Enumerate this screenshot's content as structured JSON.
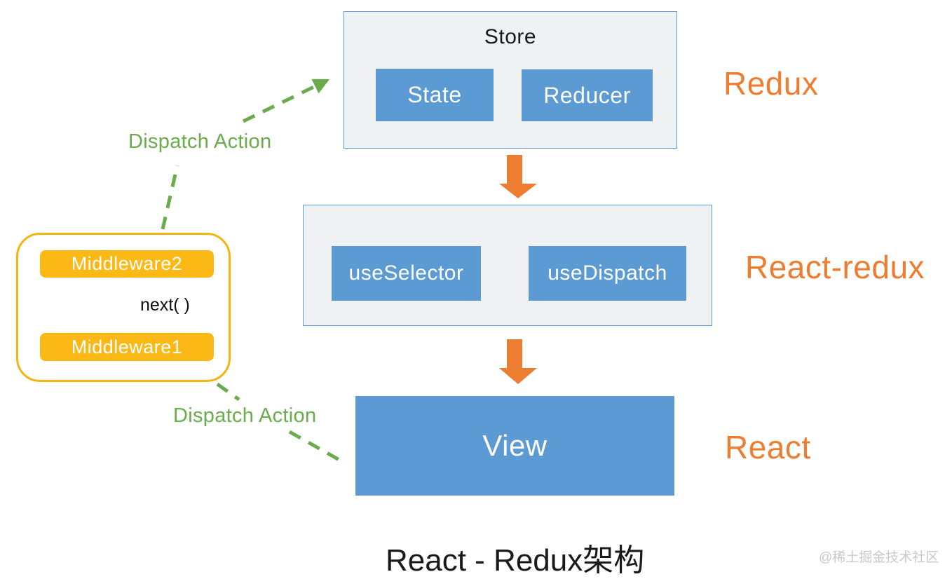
{
  "title": "React - Redux架构",
  "watermark": "@稀土掘金技术社区",
  "store": {
    "label": "Store",
    "state_label": "State",
    "reducer_label": "Reducer"
  },
  "react_redux": {
    "use_selector_label": "useSelector",
    "use_dispatch_label": "useDispatch"
  },
  "view": {
    "label": "View"
  },
  "middleware": {
    "middleware2_label": "Middleware2",
    "next_label": "next( )",
    "middleware1_label": "Middleware1"
  },
  "layer_labels": {
    "redux": "Redux",
    "react_redux": "React-redux",
    "react": "React"
  },
  "annotations": {
    "dispatch_action_top": "Dispatch Action",
    "dispatch_action_bottom": "Dispatch Action"
  },
  "colors": {
    "blue_fill": "#5B9AD3",
    "panel_bg": "#F0F1F2",
    "panel_border": "#5B9BD5",
    "yellow_fill": "#FCB814",
    "yellow_border": "#F6B40E",
    "orange": "#ED7D31",
    "green": "#6AAB4C",
    "arrow_black": "#0F0F0F",
    "text_black": "#1A1A1A",
    "watermark_gray": "#C9C9C9"
  }
}
